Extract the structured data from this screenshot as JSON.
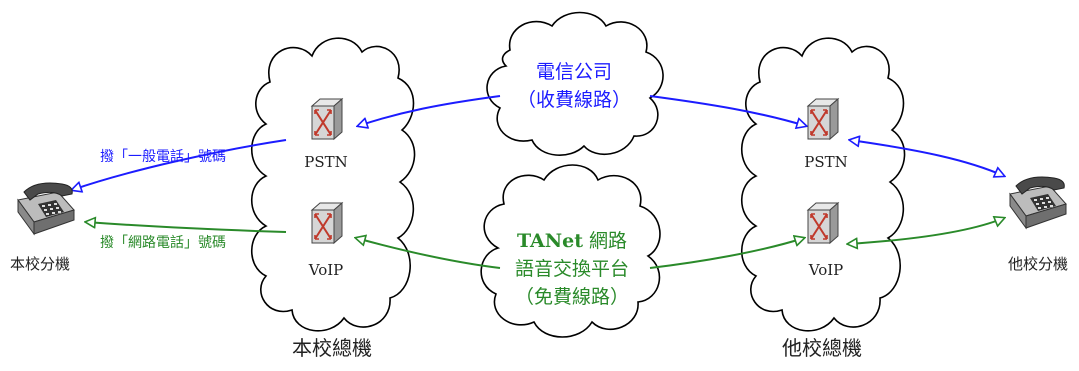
{
  "left": {
    "phone_label": "本校分機",
    "switchboard_label": "本校總機",
    "pstn_label": "PSTN",
    "voip_label": "VoIP",
    "dial_normal": "撥「一般電話」號碼",
    "dial_voip": "撥「網路電話」號碼"
  },
  "right": {
    "phone_label": "他校分機",
    "switchboard_label": "他校總機",
    "pstn_label": "PSTN",
    "voip_label": "VoIP"
  },
  "telecom_cloud": {
    "line1": "電信公司",
    "line2": "（收費線路）"
  },
  "tanet_cloud": {
    "line1_bold": "TANet",
    "line1_rest": " 網路",
    "line2": "語音交換平台",
    "line3": "（免費線路）"
  },
  "colors": {
    "pstn_link": "#1c1cff",
    "voip_link": "#2a8a2a",
    "text": "#222222",
    "cloud_outline": "#000000"
  }
}
